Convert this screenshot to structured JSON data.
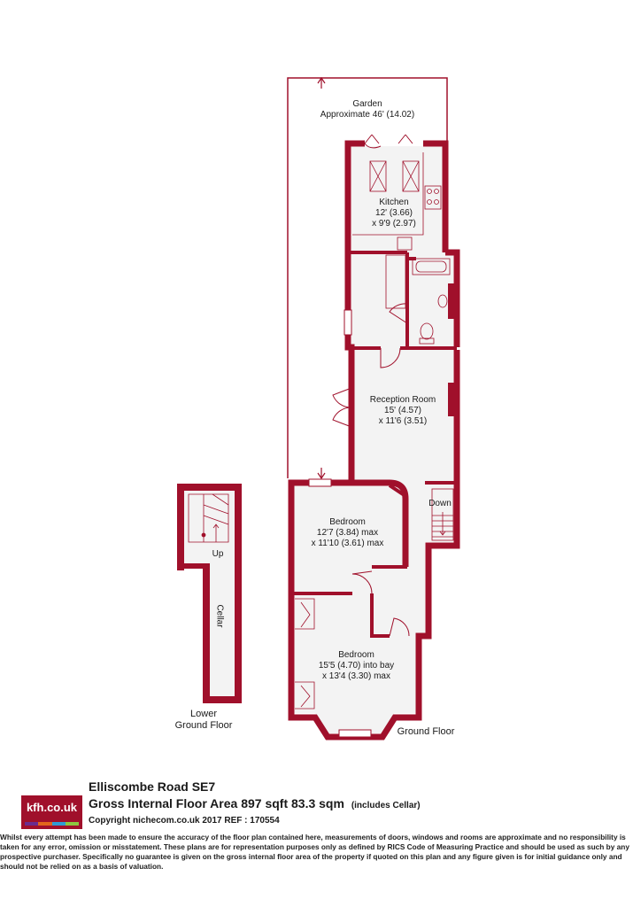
{
  "rooms": {
    "garden": {
      "name": "Garden",
      "dims": "Approximate 46' (14.02)"
    },
    "kitchen": {
      "name": "Kitchen",
      "dim1": "12' (3.66)",
      "dim2": "x 9'9 (2.97)"
    },
    "reception": {
      "name": "Reception Room",
      "dim1": "15' (4.57)",
      "dim2": "x 11'6 (3.51)"
    },
    "bedroom1": {
      "name": "Bedroom",
      "dim1": "12'7 (3.84) max",
      "dim2": "x 11'10 (3.61) max"
    },
    "bedroom2": {
      "name": "Bedroom",
      "dim1": "15'5 (4.70) into bay",
      "dim2": "x 13'4 (3.30) max"
    },
    "cellar": {
      "name": "Cellar"
    }
  },
  "stairs": {
    "up": "Up",
    "down": "Down"
  },
  "floors": {
    "lower": {
      "line1": "Lower",
      "line2": "Ground Floor"
    },
    "ground": "Ground Floor"
  },
  "footer": {
    "logo": "kfh.co.uk",
    "address": "Elliscombe Road  SE7",
    "area": "Gross Internal Floor Area 897 sqft 83.3 sqm",
    "area_note": "(includes Cellar)",
    "copyright": "Copyright nichecom.co.uk 2017 REF : 170554",
    "disclaimer": "Whilst every attempt has been made to ensure the accuracy of the floor plan contained here, measurements of doors, windows and rooms are approximate and no responsibility is taken for any error, omission or misstatement.  These plans are for representation purposes only as defined by RICS Code of Measuring Practice and should be used as such by any prospective purchaser.  Specifically no guarantee is given on the gross internal floor area of the property if quoted on this plan and any figure given is for initial guidance only and should not be relied on as a basis of valuation."
  },
  "colors": {
    "wall": "#a0102b",
    "floor": "#f3f3f3",
    "logo_bar": [
      "#6a2c8e",
      "#e2661c",
      "#2f9bd3",
      "#8dc63f"
    ]
  }
}
